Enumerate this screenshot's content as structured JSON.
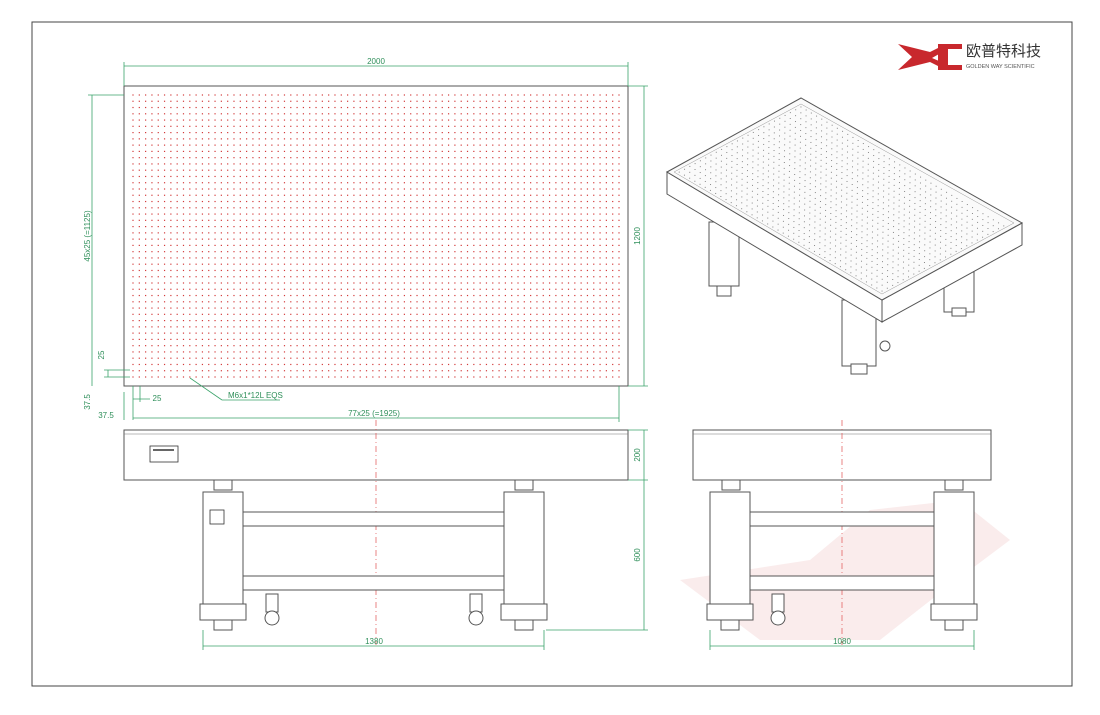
{
  "brand": {
    "cn_name": "欧普特科技",
    "en_name": "GOLDEN WAY SCIENTIFIC",
    "color": "#c8282d"
  },
  "top_view": {
    "width_label": "2000",
    "height_label": "1200",
    "hole_span_vertical": "45x25 (=1125)",
    "hole_span_horizontal": "77x25 (=1925)",
    "edge_offset_25_left": "25",
    "edge_offset_25_bottom": "25",
    "edge_offset_37_5_left": "37.5",
    "edge_offset_37_5_bottom": "37.5",
    "hole_callout": "M6x1*12L EQS",
    "hole_color": "#d23a3a",
    "hole_cols": 78,
    "hole_rows": 46
  },
  "front_view": {
    "table_thickness": "200",
    "support_height": "600",
    "support_span": "1380"
  },
  "side_view": {
    "support_span": "1080"
  },
  "colors": {
    "dimension": "#3aa36a",
    "outline": "#555555",
    "centerline": "#e05050"
  }
}
